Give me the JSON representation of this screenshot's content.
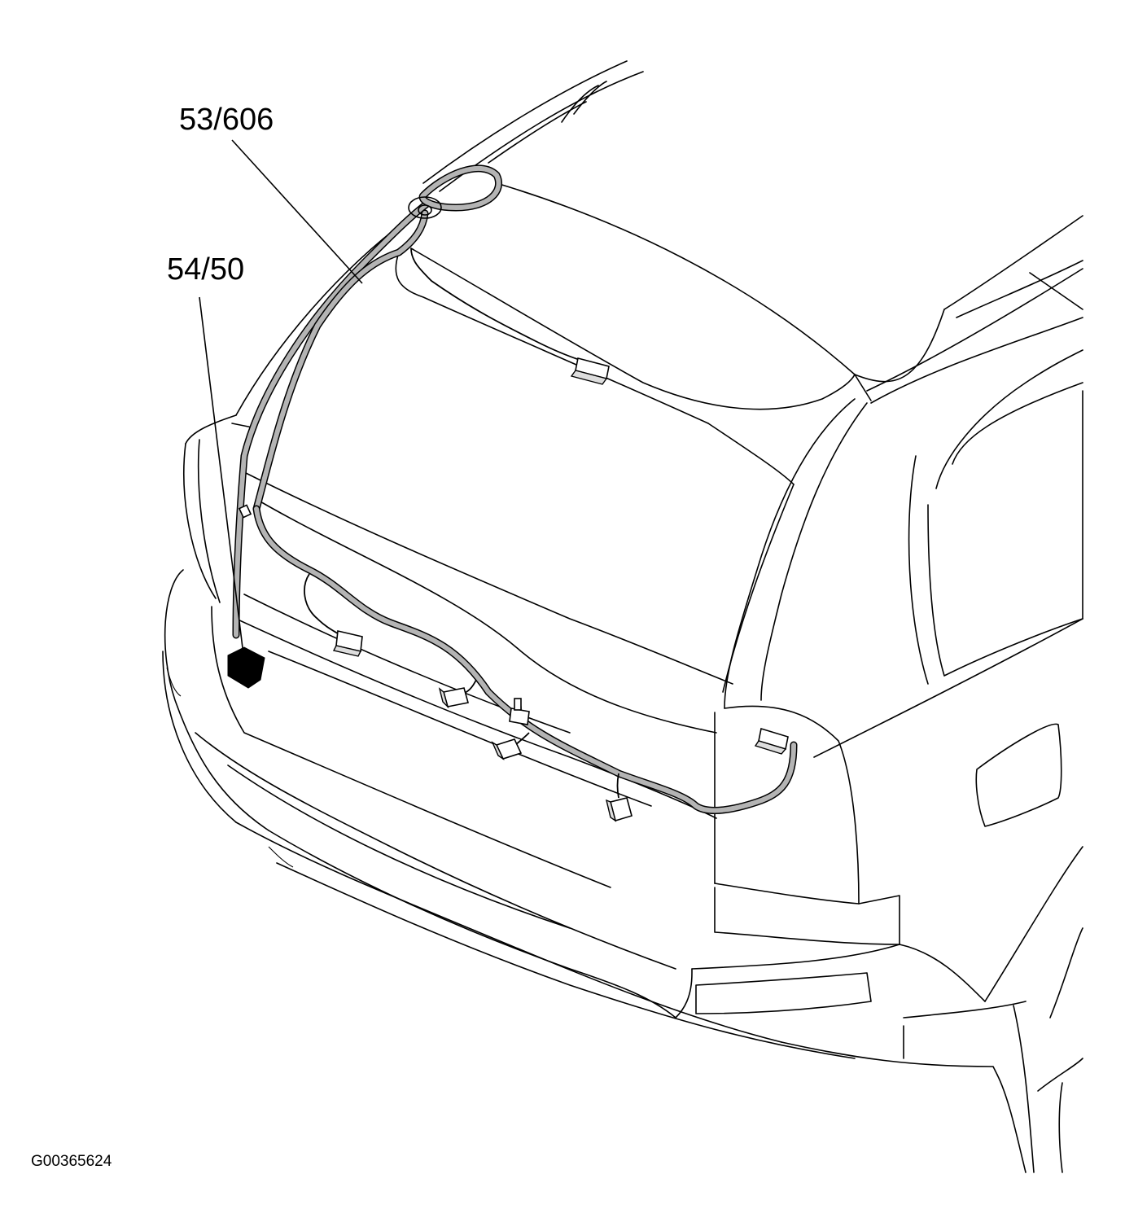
{
  "callouts": {
    "harness_upper": "53/606",
    "ground_point": "54/50"
  },
  "figure_id": "G00365624",
  "icons": [
    "vehicle-rear-outline",
    "wiring-harness",
    "connector",
    "ground-terminal"
  ],
  "colors": {
    "line": "#000000",
    "harness_fill": "#b4b4b4",
    "background": "#ffffff"
  }
}
